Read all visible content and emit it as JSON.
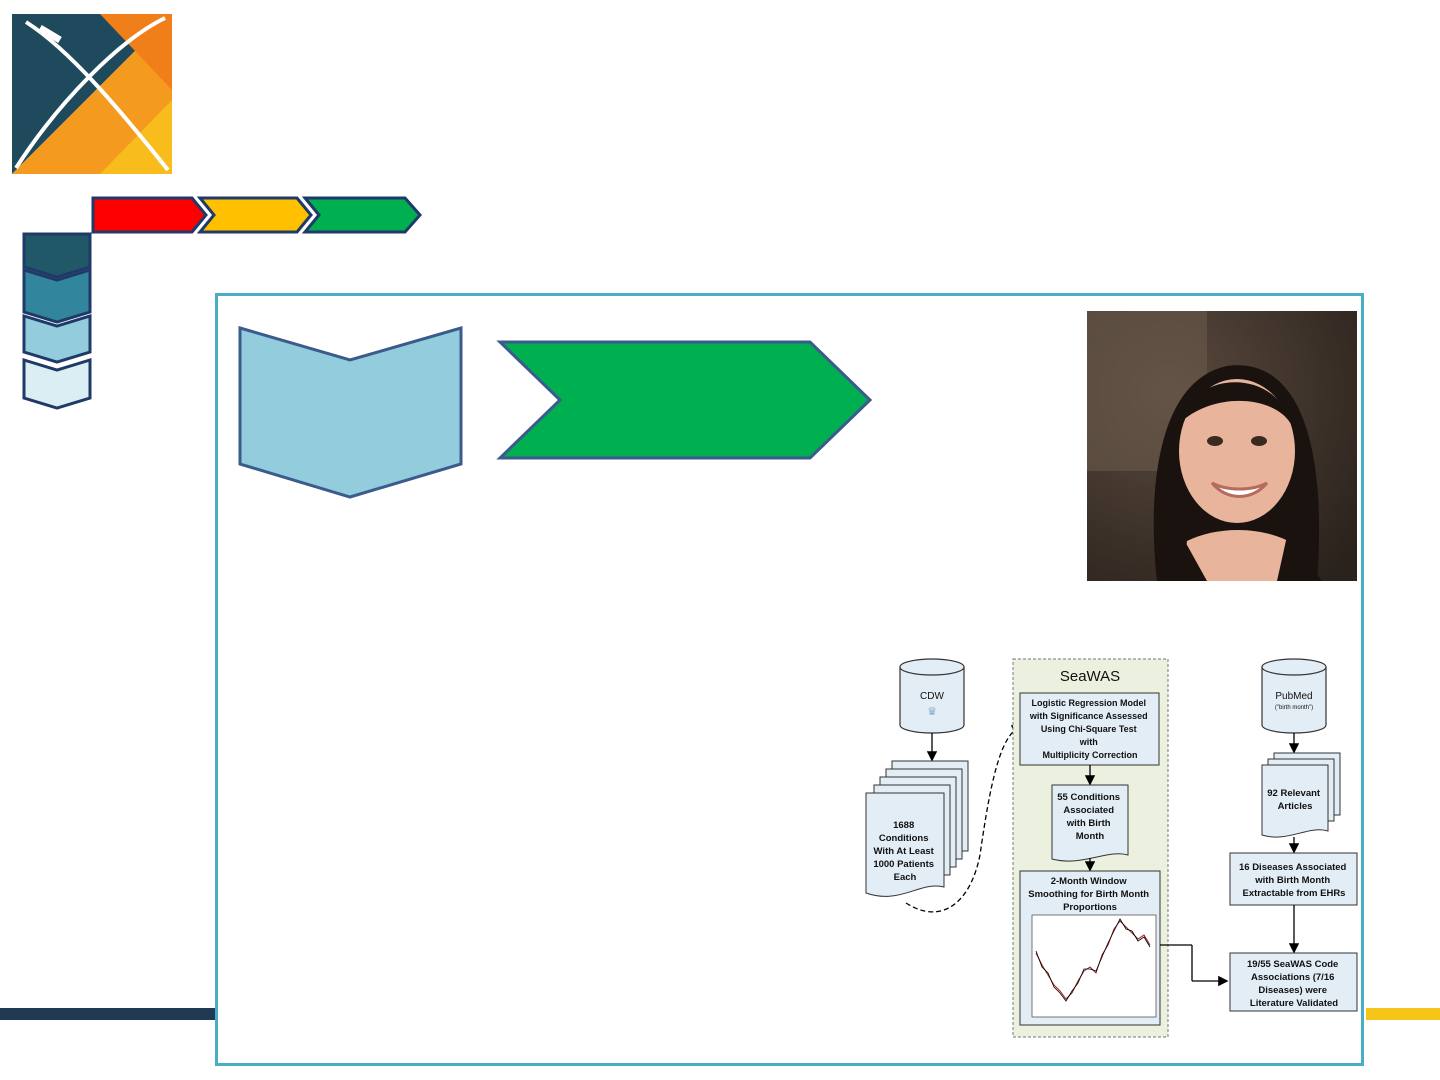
{
  "colors": {
    "logo_dark": "#1f4a5e",
    "logo_orange": "#f28c1e",
    "logo_yellow": "#f7b21b",
    "arrow_red": "#ff0000",
    "arrow_amber": "#ffc000",
    "arrow_green": "#00b050",
    "stack_1": "#215868",
    "stack_2": "#31859c",
    "stack_3": "#93cddd",
    "stack_4": "#dbeef3",
    "frame_border": "#4bacc6",
    "chevron_blue": "#93cddd",
    "chevron_green": "#00b050",
    "bottom_bar_dark": "#1f3a52",
    "bottom_bar_yellow": "#f5c518",
    "seawas_panel": "#ebf1de"
  },
  "flowchart": {
    "cdw_label": "CDW",
    "conditions_label": [
      "1688",
      "Conditions",
      "With At Least",
      "1000 Patients",
      "Each"
    ],
    "seawas_title": "SeaWAS",
    "regression_label": [
      "Logistic Regression Model",
      "with Significance Assessed",
      "Using Chi-Square Test",
      "with",
      "Multiplicity Correction"
    ],
    "associated_label": [
      "55 Conditions",
      "Associated",
      "with Birth",
      "Month"
    ],
    "smoothing_label": [
      "2-Month Window",
      "Smoothing for Birth Month",
      "Proportions"
    ],
    "pubmed_label": "PubMed",
    "pubmed_query": "(\"birth month\")",
    "articles_label": [
      "92 Relevant",
      "Articles"
    ],
    "diseases_label": [
      "16 Diseases Associated",
      "with Birth Month",
      "Extractable from EHRs"
    ],
    "validated_label": [
      "19/55 SeaWAS Code",
      "Associations (7/16",
      "Diseases) were",
      "Literature Validated"
    ]
  }
}
